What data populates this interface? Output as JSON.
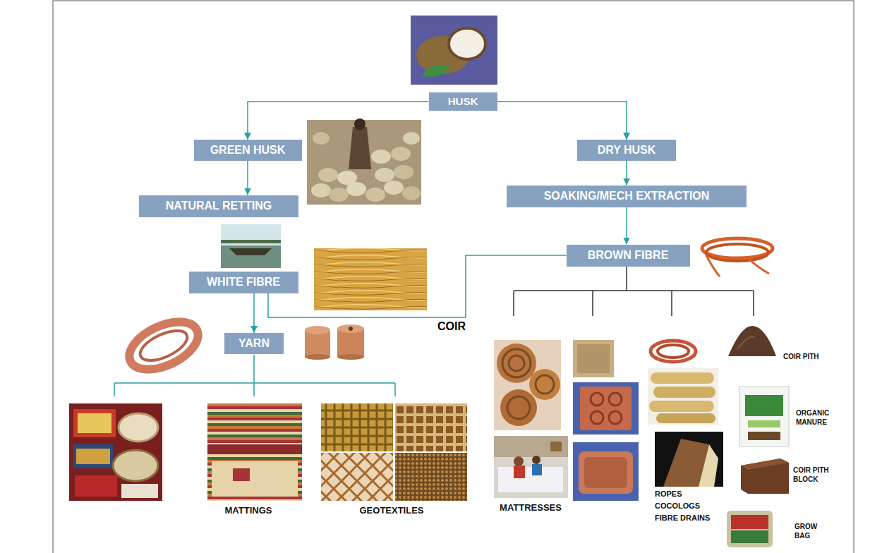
{
  "diagram": {
    "nodes": [
      {
        "text": [
          "HUSK"
        ]
      },
      {
        "text": [
          "GREEN HUSK"
        ]
      },
      {
        "text": [
          "DRY HUSK"
        ]
      },
      {
        "text": [
          "NATURAL RETTING"
        ]
      },
      {
        "text": [
          "SOAKING/MECH EXTRACTION"
        ]
      },
      {
        "text": [
          "BROWN FIBRE"
        ]
      },
      {
        "text": [
          "WHITE FIBRE"
        ]
      },
      {
        "text": [
          "YARN"
        ]
      }
    ],
    "edges": [
      {
        "from": 0,
        "to": 1,
        "arrow": "to"
      },
      {
        "from": 0,
        "to": 2,
        "arrow": "to"
      },
      {
        "from": 1,
        "to": 3,
        "arrow": "to"
      },
      {
        "from": 2,
        "to": 4,
        "arrow": "to"
      },
      {
        "from": 4,
        "to": 5,
        "arrow": "to"
      },
      {
        "from": 6,
        "to": 7,
        "arrow": "to"
      },
      {
        "from": 6,
        "to": 5,
        "label": "COIR",
        "arrow": "none"
      }
    ],
    "labels": [
      "COIR PITH",
      "ORGANIC MANURE",
      "COIR PITH BLOCK",
      "MATTINGS",
      "GEOTEXTILES",
      "MATTRESSES",
      "ROPES",
      "COCOLOGS",
      "FIBRE DRAINS",
      "GROW BAG"
    ]
  }
}
